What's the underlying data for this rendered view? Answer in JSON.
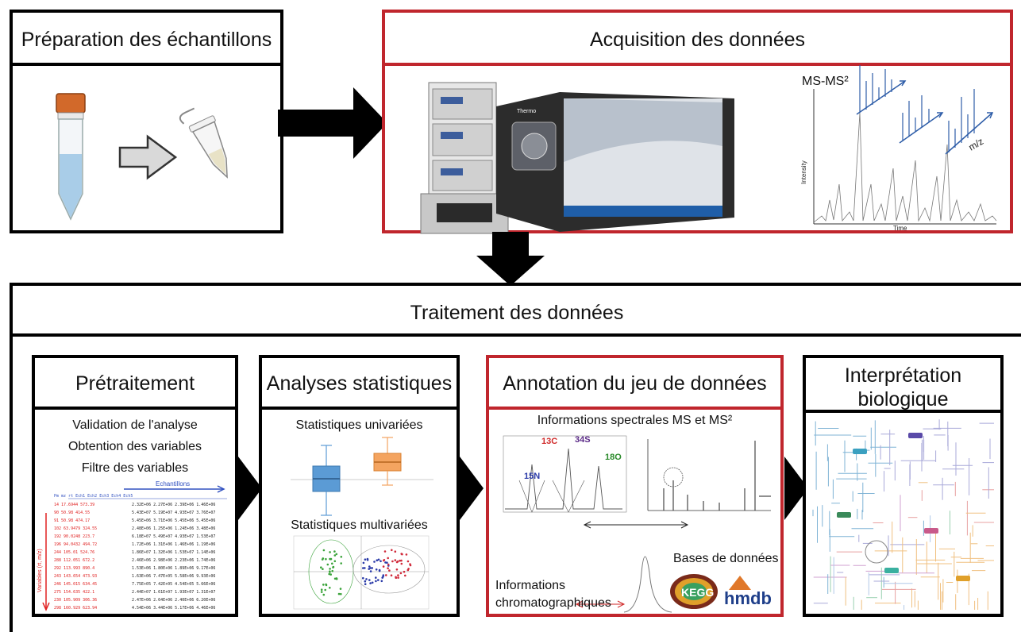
{
  "preparation": {
    "title": "Préparation des échantillons"
  },
  "acquisition": {
    "title": "Acquisition des données",
    "instrument_brand": "Thermo",
    "plot_label": "MS-MS²",
    "axis_mz": "m/z",
    "axis_intensity": "Intensity",
    "axis_time": "Time"
  },
  "traitement": {
    "title": "Traitement des données"
  },
  "pretraitement": {
    "title": "Prétraitement",
    "steps": [
      "Validation de l'analyse",
      "Obtention des variables",
      "Filtre des variables"
    ],
    "echantillons_label": "Echantillons",
    "variables_label": "Variables (rt, m/z)"
  },
  "statistiques": {
    "title": "Analyses statistiques",
    "univariate_label": "Statistiques univariées",
    "multivariate_label": "Statistiques multivariées"
  },
  "annotation": {
    "title": "Annotation du jeu de données",
    "spectral_label": "Informations spectrales MS et MS²",
    "isotopes": [
      "13C",
      "34S",
      "15N",
      "18O"
    ],
    "chromato_label_1": "Informations",
    "chromato_label_2": "chromatographiques",
    "databases_label": "Bases de données",
    "db_kegg": "KEGG",
    "db_hmdb": "hmdb"
  },
  "interpretation": {
    "title_line1": "Interprétation",
    "title_line2": "biologique"
  },
  "colors": {
    "red_frame": "#c0262d",
    "tube_cap": "#d2692a",
    "tube_liquid": "#a9cde8",
    "box_blue": "#5b9bd5",
    "box_orange": "#f4a460",
    "spectrum_blue": "#2e5da8",
    "table_red": "#e02020",
    "table_blue": "#3050c0"
  }
}
